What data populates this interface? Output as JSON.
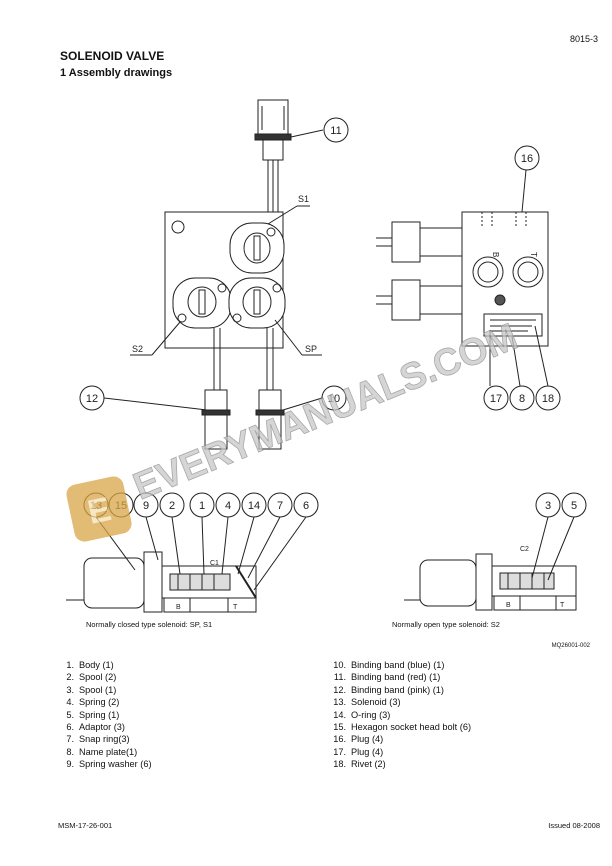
{
  "header": {
    "page_code": "8015-3",
    "section_title": "SOLENOID VALVE",
    "sub_title": "1  Assembly drawings"
  },
  "callouts_top": [
    "11",
    "S1",
    "S2",
    "SP",
    "12",
    "10",
    "16",
    "B",
    "T",
    "17",
    "8",
    "18"
  ],
  "callouts_bottom": [
    "9",
    "2",
    "1",
    "4",
    "14",
    "7",
    "6",
    "3",
    "5",
    "C1",
    "C2",
    "B",
    "T"
  ],
  "captions": {
    "closed": "Normally closed type solenoid: SP, S1",
    "open": "Normally open type solenoid: S2",
    "ref_code": "MQ26001-002"
  },
  "watermark": "EVERYMANUALS.COM",
  "parts_left": [
    {
      "n": "1.",
      "label": "Body (1)"
    },
    {
      "n": "2.",
      "label": "Spool (2)"
    },
    {
      "n": "3.",
      "label": "Spool (1)"
    },
    {
      "n": "4.",
      "label": "Spring (2)"
    },
    {
      "n": "5.",
      "label": "Spring (1)"
    },
    {
      "n": "6.",
      "label": "Adaptor (3)"
    },
    {
      "n": "7.",
      "label": "Snap ring(3)"
    },
    {
      "n": "8.",
      "label": "Name plate(1)"
    },
    {
      "n": "9.",
      "label": "Spring washer (6)"
    }
  ],
  "parts_right": [
    {
      "n": "10.",
      "label": "Binding band (blue) (1)"
    },
    {
      "n": "11.",
      "label": "Binding band (red) (1)"
    },
    {
      "n": "12.",
      "label": "Binding band (pink) (1)"
    },
    {
      "n": "13.",
      "label": "Solenoid (3)"
    },
    {
      "n": "14.",
      "label": "O-ring (3)"
    },
    {
      "n": "15.",
      "label": "Hexagon socket head bolt (6)"
    },
    {
      "n": "16.",
      "label": "Plug (4)"
    },
    {
      "n": "17.",
      "label": "Plug (4)"
    },
    {
      "n": "18.",
      "label": "Rivet (2)"
    }
  ],
  "footer": {
    "left": "MSM-17-26-001",
    "right": "Issued 08-2008"
  }
}
